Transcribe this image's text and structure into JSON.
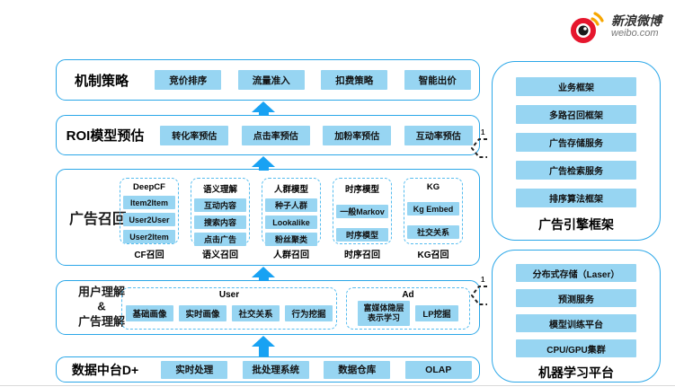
{
  "logo": {
    "brand": "新浪微博",
    "domain": "weibo.com"
  },
  "rows": {
    "mechanism": {
      "label": "机制策略",
      "items": [
        "竞价排序",
        "流量准入",
        "扣费策略",
        "智能出价"
      ]
    },
    "roi": {
      "label": "ROI模型预估",
      "items": [
        "转化率预估",
        "点击率预估",
        "加粉率预估",
        "互动率预估"
      ]
    },
    "recall": {
      "label": "广告召回",
      "groups": [
        {
          "header": "DeepCF",
          "items": [
            "Item2Item",
            "User2User",
            "User2Item"
          ],
          "footer": "CF召回"
        },
        {
          "header": "语义理解",
          "items": [
            "互动内容",
            "搜索内容",
            "点击广告"
          ],
          "footer": "语义召回"
        },
        {
          "header": "人群模型",
          "items": [
            "种子人群",
            "Lookalike",
            "粉丝聚类"
          ],
          "footer": "人群召回"
        },
        {
          "header": "时序模型",
          "items": [
            "一般Markov",
            "时序模型"
          ],
          "footer": "时序召回"
        },
        {
          "header": "KG",
          "items": [
            "Kg Embed",
            "社交关系"
          ],
          "footer": "KG召回"
        }
      ]
    },
    "understanding": {
      "label_lines": [
        "用户理解",
        "&",
        "广告理解"
      ],
      "user_group": {
        "header": "User",
        "items": [
          "基础画像",
          "实时画像",
          "社交关系",
          "行为挖掘"
        ]
      },
      "ad_group": {
        "header": "Ad",
        "items": [
          "富媒体隐层\n表示学习",
          "LP挖掘"
        ]
      }
    },
    "data_platform": {
      "label": "数据中台D+",
      "items": [
        "实时处理",
        "批处理系统",
        "数据仓库",
        "OLAP"
      ]
    }
  },
  "panels": {
    "engine": {
      "title": "广告引擎框架",
      "items": [
        "业务框架",
        "多路召回框架",
        "广告存储服务",
        "广告检索服务",
        "排序算法框架"
      ]
    },
    "ml": {
      "title": "机器学习平台",
      "items": [
        "分布式存储（Laser）",
        "预测服务",
        "模型训练平台",
        "CPU/GPU集群"
      ]
    }
  },
  "connectors": {
    "badge": "1"
  },
  "colors": {
    "accent_border": "#2BA7E8",
    "arrow_blue": "#18A2F3",
    "chip_fill": "#97D5F2",
    "logo_red": "#E6162D",
    "logo_orange": "#F7A600"
  }
}
